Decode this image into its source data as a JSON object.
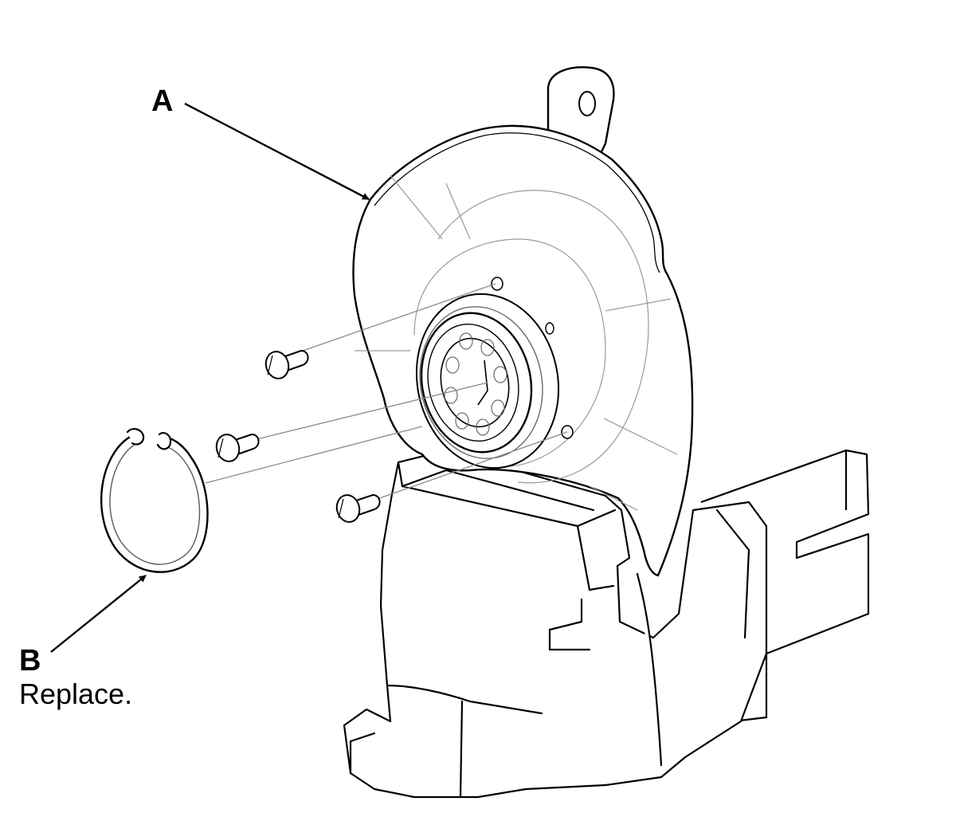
{
  "callouts": {
    "a": {
      "letter": "A"
    },
    "b": {
      "letter": "B",
      "note": "Replace."
    }
  },
  "colors": {
    "line": "#000000",
    "thin": "#6a6a6a",
    "faint": "#bdbdbd",
    "fill": "#ffffff"
  }
}
